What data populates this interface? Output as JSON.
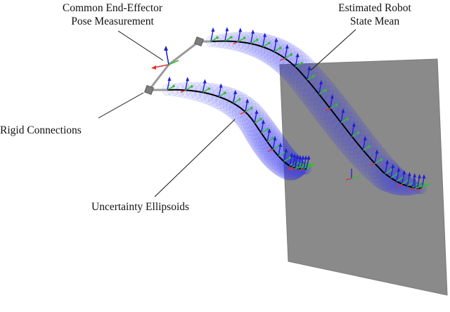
{
  "labels": {
    "end_effector_line1": "Common End-Effector",
    "end_effector_line2": "Pose Measurement",
    "state_mean_line1": "Estimated Robot",
    "state_mean_line2": "State Mean",
    "rigid_connections": "Rigid Connections",
    "uncertainty_ellipsoids": "Uncertainty Ellipsoids"
  },
  "colors": {
    "ellipsoid": "#3b3bf0",
    "mean_curve": "#000000",
    "plane": "#8a8a8a",
    "axis_x": "#e03030",
    "axis_y": "#30c030",
    "axis_z": "#2020d0",
    "connector": "#9a9a9a"
  }
}
